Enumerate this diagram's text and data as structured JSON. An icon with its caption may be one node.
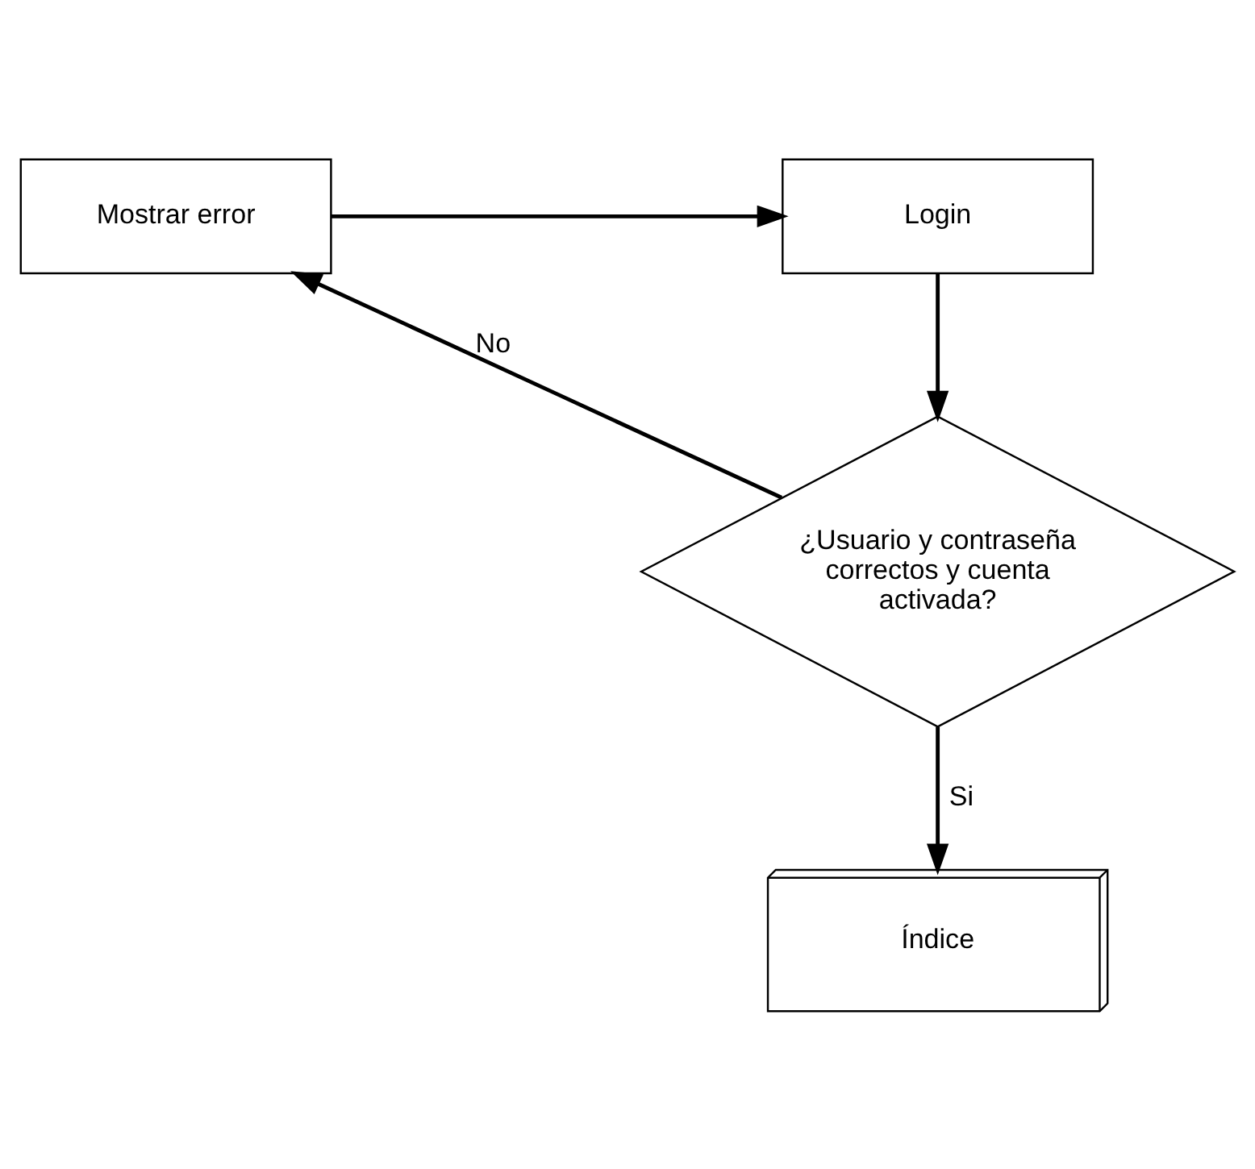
{
  "diagram": {
    "nodes": [
      {
        "text": [
          "Login"
        ]
      },
      {
        "text": [
          "Mostrar error"
        ]
      },
      {
        "text": [
          "¿Usuario y contraseña correctos y cuenta activada?"
        ]
      },
      {
        "text": [
          "Índice"
        ]
      }
    ],
    "edges": [
      {
        "from": 0,
        "to": 2,
        "arrow": "to"
      },
      {
        "from": 2,
        "to": 1,
        "arrow": "to",
        "label": "No"
      },
      {
        "from": 1,
        "to": 0,
        "arrow": "to"
      },
      {
        "from": 2,
        "to": 3,
        "arrow": "to",
        "label": "Si"
      }
    ]
  }
}
